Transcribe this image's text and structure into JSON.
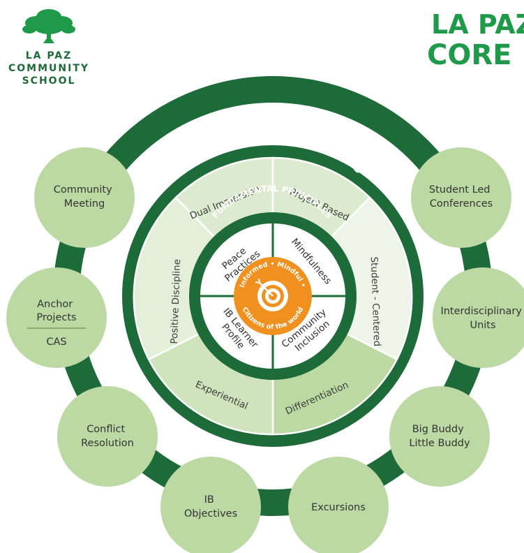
{
  "logo": {
    "lines": [
      "LA PAZ",
      "COMMUNITY",
      "SCHOOL"
    ]
  },
  "heading": {
    "lines": [
      "LA PAZ",
      "CORE"
    ]
  },
  "rings": {
    "outer_title": "CURRICULAR ELEMENTS",
    "middle_title": "PEDAGOGICAL PRACTICES",
    "inner_title": "FUNDAMENTAL PRINCIPLES"
  },
  "pedagogical_practices": [
    "Dual Immersion",
    "Project Based",
    "Student - Centered",
    "Differentiation",
    "Experiential",
    "Positive Discipline"
  ],
  "fundamental_principles": {
    "top_left": [
      "Peace",
      "Practices"
    ],
    "top_right": [
      "Mindfulness"
    ],
    "bottom_left": [
      "IB Learner",
      "Profile"
    ],
    "bottom_right": [
      "Community",
      "Inclusion"
    ]
  },
  "center_badge": {
    "top": "Informed • Mindful •",
    "bottom": "Citizens of the world"
  },
  "curricular_elements": {
    "community_meeting": [
      "Community",
      "Meeting"
    ],
    "student_led": [
      "Student Led",
      "Conferences"
    ],
    "anchor_projects": [
      "Anchor",
      "Projects"
    ],
    "cas": "CAS",
    "interdisciplinary": [
      "Interdisciplinary",
      "Units"
    ],
    "conflict_resolution": [
      "Conflict",
      "Resolution"
    ],
    "big_buddy": [
      "Big Buddy",
      "Little Buddy"
    ],
    "ib_objectives": [
      "IB",
      "Objectives"
    ],
    "excursions": "Excursions"
  },
  "colors": {
    "dark_green": "#1e6b3a",
    "brand_green": "#1f9a4a",
    "bubble_green": "#bcd9a3",
    "pale_green": "#dcebd0",
    "light_green": "#eef5e8",
    "orange": "#f0901e"
  }
}
